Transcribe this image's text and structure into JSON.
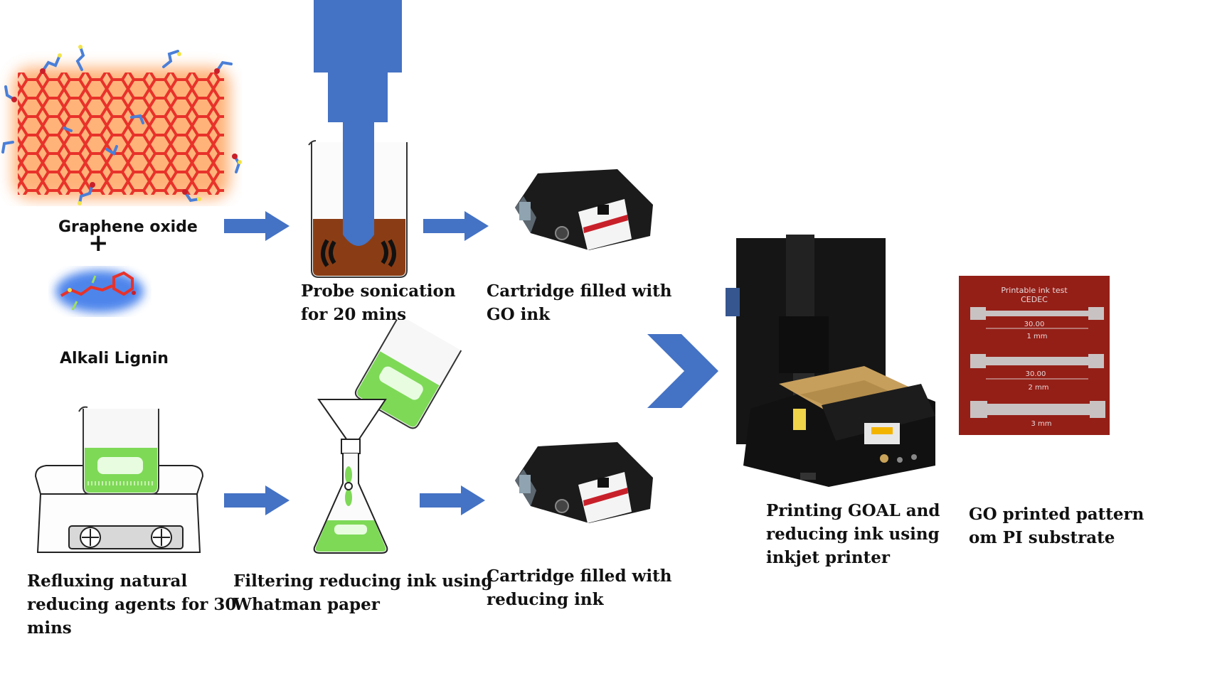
{
  "labels": {
    "graphene_oxide": "Graphene oxide",
    "plus": "+",
    "alkali_lignin": "Alkali Lignin",
    "probe_sonication": [
      "Probe sonication",
      "for 20 mins"
    ],
    "cartridge_go": [
      "Cartridge filled with",
      "GO ink"
    ],
    "cartridge_reducing": [
      "Cartridge filled with",
      "reducing ink"
    ],
    "refluxing": [
      "Refluxing natural",
      "reducing agents for 30",
      "mins"
    ],
    "filtering": [
      "Filtering reducing ink using",
      "Whatman paper"
    ],
    "printing": [
      "Printing GOAL and",
      "reducing ink using",
      "inkjet printer"
    ],
    "printed_pattern": [
      "GO printed pattern",
      "om PI substrate"
    ]
  },
  "substrate_photo": {
    "header": [
      "Printable ink test",
      "CEDEC"
    ],
    "lines": [
      {
        "value": "30.00",
        "width": "1 mm"
      },
      {
        "value": "30.00",
        "width": "2 mm"
      },
      {
        "value": "",
        "width": "3 mm"
      }
    ]
  },
  "colors": {
    "arrow_blue": "#4472c4",
    "graphene_red": "#e8322a",
    "graphene_glow": "#ff9a4d",
    "sonication_liquid": "#8a3d14",
    "reducing_green": "#7ed957",
    "substrate_red": "#8b1a14"
  }
}
